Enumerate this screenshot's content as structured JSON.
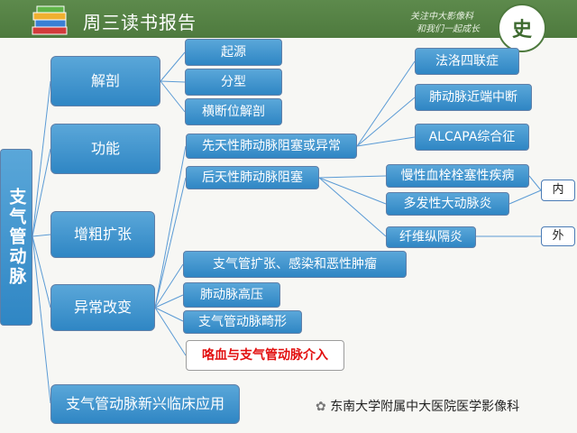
{
  "header": {
    "title": "周三读书报告",
    "slogan_line1": "关注中大影像科",
    "slogan_line2": "和我们一起成长",
    "logo_text": "史"
  },
  "diagram": {
    "root": "支气管动脉",
    "level1": [
      "解剖",
      "功能",
      "增粗扩张",
      "异常改变",
      "支气管动脉新兴临床应用"
    ],
    "anatomy": [
      "起源",
      "分型",
      "横断位解剖"
    ],
    "causes": [
      "先天性肺动脉阻塞或异常",
      "后天性肺动脉阻塞"
    ],
    "congenital": [
      "法洛四联症",
      "肺动脉近端中断",
      "ALCAPA综合征"
    ],
    "acquired": [
      "慢性血栓栓塞性疾病",
      "多发性大动脉炎",
      "纤维纵隔炎"
    ],
    "abnormal_more": [
      "支气管扩张、感染和恶性肿瘤",
      "肺动脉高压",
      "支气管动脉畸形"
    ],
    "highlight": "咯血与支气管动脉介入",
    "tag_inner": "内",
    "tag_outer": "外"
  },
  "watermark": "东南大学附属中大医院医学影像科",
  "colors": {
    "header_green": "#4e7a3e",
    "box_blue": "#3a8fcf",
    "line_blue": "#5b9bd5",
    "highlight_red": "#e20f0f"
  }
}
